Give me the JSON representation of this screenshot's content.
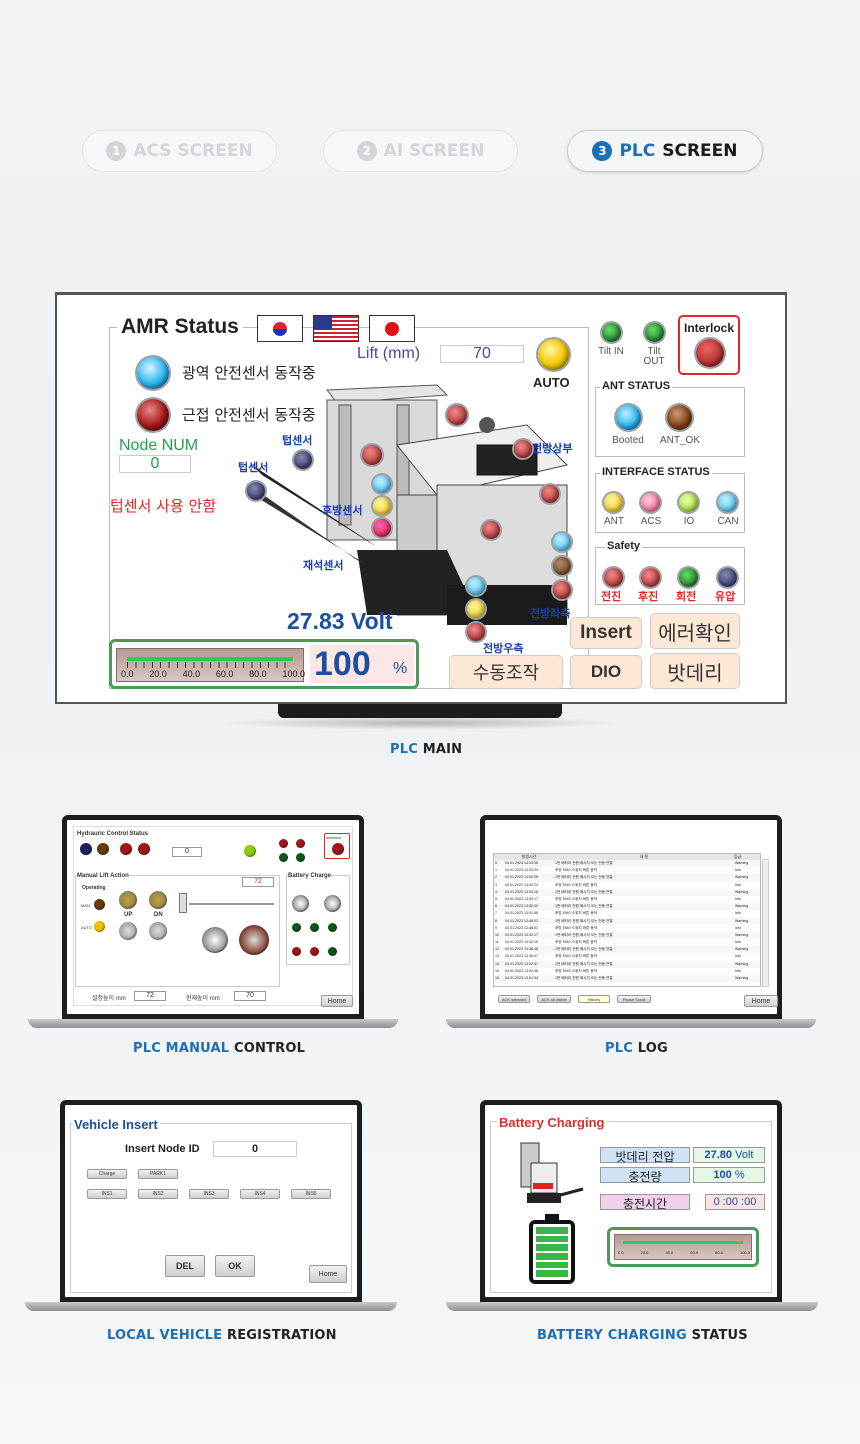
{
  "tabs": [
    {
      "num": "1",
      "label": "ACS SCREEN"
    },
    {
      "num": "2",
      "label": "AI SCREEN"
    },
    {
      "num": "3",
      "prefix": "PLC",
      "label": "SCREEN"
    }
  ],
  "main": {
    "title": "AMR Status",
    "lift_label": "Lift (mm)",
    "lift_value": "70",
    "auto_label": "AUTO",
    "sensor_wide": "광역 안전센서 동작중",
    "sensor_near": "근접 안전센서 동작중",
    "node_label": "Node NUM",
    "node_value": "0",
    "tip_warning": "텁센서 사용 안함",
    "tip1": "텁센서",
    "tip2": "텁센서",
    "rear": "후방센서",
    "load": "재석센서",
    "front_top": "전방상부",
    "front_left": "전방좌측",
    "front_right": "전방우측",
    "voltage": "27.83 Volt",
    "battery_pct": "100",
    "pct_unit": "%",
    "scale": [
      "0.0",
      "20.0",
      "40.0",
      "60.0",
      "80.0",
      "100.0"
    ],
    "battery_fill": 1.0,
    "tilt_in": "Tilt IN",
    "tilt_out": "Tilt OUT",
    "interlock": "Interlock",
    "ant_status": "ANT STATUS",
    "booted": "Booted",
    "ant_ok": "ANT_OK",
    "interface_status": "INTERFACE STATUS",
    "if_items": [
      "ANT",
      "ACS",
      "IO",
      "CAN"
    ],
    "safety": "Safety",
    "safety_items": [
      "전진",
      "후진",
      "회전",
      "유압"
    ],
    "btn_insert": "Insert",
    "btn_error": "에러확인",
    "btn_manual": "수동조작",
    "btn_dio": "DIO",
    "btn_battery": "밧데리"
  },
  "colors": {
    "accent": "#1b6fb5",
    "red": "#d9302c",
    "green": "#1fa34a"
  },
  "captions": {
    "main": {
      "a": "PLC",
      "b": "MAIN"
    },
    "manual": {
      "a": "PLC MANUAL",
      "b": "CONTROL"
    },
    "log": {
      "a": "PLC",
      "b": "LOG"
    },
    "local": {
      "a": "LOCAL VEHICLE",
      "b": "REGISTRATION"
    },
    "battery": {
      "a": "BATTERY CHARGING",
      "b": "STATUS"
    }
  },
  "manual": {
    "title": "Hydrauric Control Status",
    "value": "0",
    "manual_lift": "Manual Lift Action",
    "operating": "Operating",
    "man": "MAN",
    "auto": "AUTO",
    "up": "UP",
    "dn": "DN",
    "battery_charge": "Battery Charge",
    "lift_set": "72",
    "h1_label": "설정높이 mm",
    "h1": "72",
    "h2_label": "현재높이 mm",
    "h2": "70",
    "home": "Home",
    "interlock": "Interlock"
  },
  "log": {
    "header": [
      "",
      "발생시간",
      "내 용",
      "등급"
    ],
    "rows": [
      [
        "0",
        "04.01.2023 14:03:36",
        "1번 배터리 전원 패시지 오는 전동 연결",
        "Warning"
      ],
      [
        "1",
        "04.01.2023 14:03:34",
        "후방 EMO 스위치 버튼 동작",
        "Info"
      ],
      [
        "2",
        "04.01.2023 14:00:25",
        "1번 배터리 전원 패시지 오는 전동 연결",
        "Warning"
      ],
      [
        "3",
        "04.01.2023 14:00:24",
        "후방 EMO 스위치 버튼 동작",
        "Info"
      ],
      [
        "4",
        "04.01.2023 13:53:18",
        "1번 배터리 전원 패시지 오는 전동 연결",
        "Warning"
      ],
      [
        "5",
        "04.01.2023 13:53:17",
        "후방 EMO 스위치 버튼 동작",
        "Info"
      ],
      [
        "6",
        "04.01.2023 13:52:00",
        "1번 배터리 전원 패시지 오는 전동 연결",
        "Warning"
      ],
      [
        "7",
        "04.01.2023 13:51:58",
        "후방 EMO 스위치 버튼 동작",
        "Info"
      ],
      [
        "8",
        "04.01.2023 13:48:02",
        "1번 배터리 전원 패시지 오는 전동 연결",
        "Warning"
      ],
      [
        "9",
        "04.01.2023 13:48:01",
        "후방 EMO 스위치 버튼 동작",
        "Info"
      ],
      [
        "10",
        "04.01.2023 13:42:17",
        "1번 배터리 전원 패시지 오는 전동 연결",
        "Warning"
      ],
      [
        "11",
        "04.01.2023 13:42:15",
        "후방 EMO 스위치 버튼 동작",
        "Info"
      ],
      [
        "12",
        "04.01.2023 13:38:48",
        "1번 배터리 전원 패시지 오는 전동 연결",
        "Warning"
      ],
      [
        "13",
        "04.01.2023 13:38:47",
        "후방 EMO 스위치 버튼 동작",
        "Info"
      ],
      [
        "14",
        "04.01.2023 13:02:47",
        "1번 배터리 전원 패시지 오는 전동 연결",
        "Warning"
      ],
      [
        "15",
        "04.01.2023 13:02:46",
        "후방 EMO 스위치 버튼 동작",
        "Info"
      ],
      [
        "16",
        "04.01.2023 13:01:54",
        "1번 배터리 전원 패시지 오는 전동 연결",
        "Warning"
      ]
    ],
    "buttons": [
      "ACK selected",
      "ACK all visible",
      "History",
      "Pause Scroll"
    ],
    "home": "Home"
  },
  "insert": {
    "title": "Vehicle Insert",
    "node_label": "Insert Node ID",
    "node_value": "0",
    "charge": "Charge",
    "park": "PARK1",
    "ins": [
      "INS1",
      "INS2",
      "INS3",
      "INS4",
      "INS6"
    ],
    "del": "DEL",
    "ok": "OK",
    "home": "Home"
  },
  "charging": {
    "title": "Battery Charging",
    "rows": [
      {
        "label": "밧데리 전압",
        "value": "27.80",
        "unit": "Volt"
      },
      {
        "label": "충전량",
        "value": "100",
        "unit": "%"
      },
      {
        "label": "충전시간",
        "value": "0 :00 :00",
        "unit": ""
      }
    ],
    "scale": [
      "0.0",
      "20.0",
      "40.0",
      "60.0",
      "80.0",
      "100.0"
    ]
  }
}
